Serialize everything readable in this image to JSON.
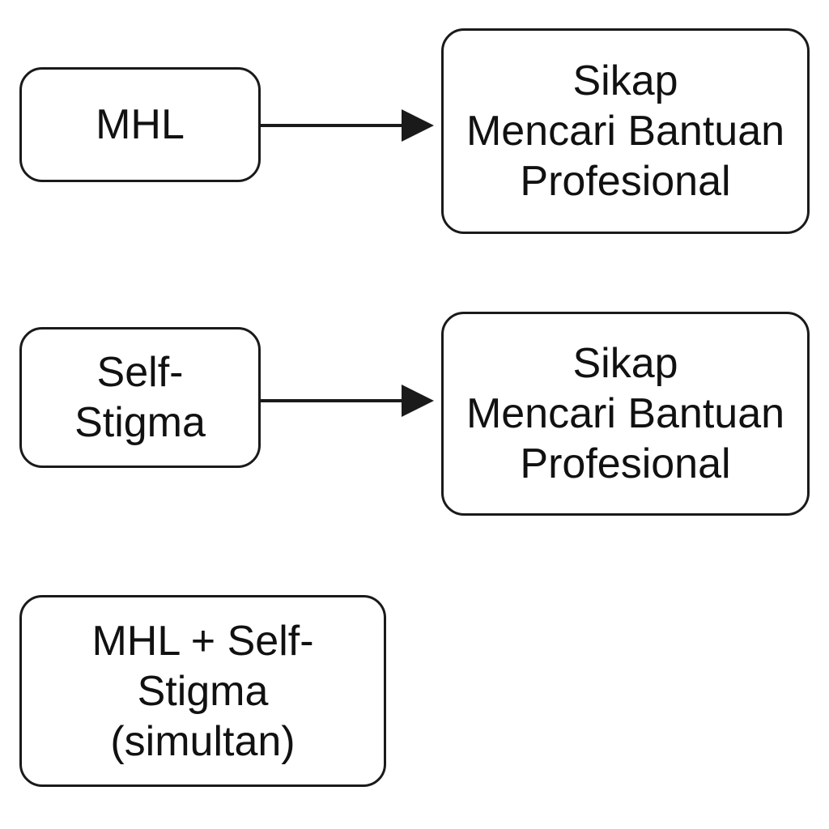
{
  "colors": {
    "stroke": "#1a1a1a",
    "background": "#ffffff",
    "text": "#111111"
  },
  "nodes": {
    "mhl": {
      "lines": [
        "MHL"
      ]
    },
    "sikap_1": {
      "lines": [
        "Sikap",
        "Mencari Bantuan",
        "Profesional"
      ]
    },
    "self_stigma": {
      "lines": [
        "Self-",
        "Stigma"
      ]
    },
    "sikap_2": {
      "lines": [
        "Sikap",
        "Mencari Bantuan",
        "Profesional"
      ]
    },
    "combined": {
      "lines": [
        "MHL + Self-",
        "Stigma",
        "(simultan)"
      ]
    }
  },
  "edges": [
    {
      "from": "mhl",
      "to": "sikap_1"
    },
    {
      "from": "self_stigma",
      "to": "sikap_2"
    }
  ]
}
